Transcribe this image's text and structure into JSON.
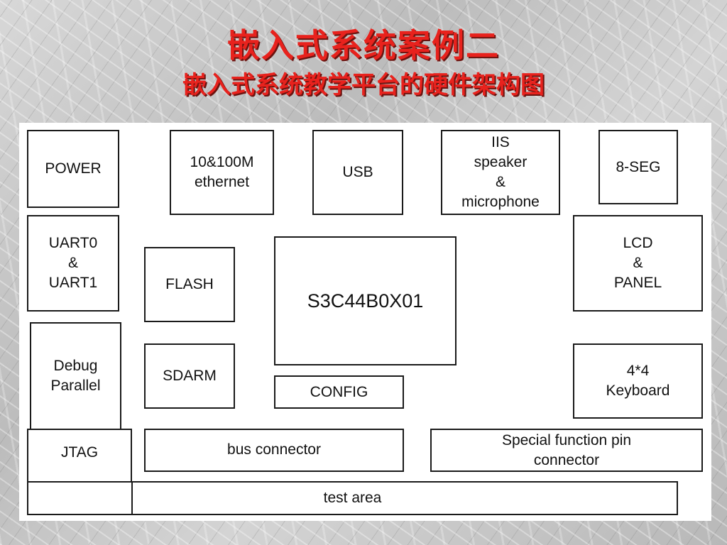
{
  "title": "嵌入式系统案例二",
  "subtitle": "嵌入式系统教学平台的硬件架构图",
  "blocks": {
    "power": [
      "POWER"
    ],
    "ethernet": [
      "10&100M",
      "ethernet"
    ],
    "usb": [
      "USB"
    ],
    "iis": [
      "IIS",
      "speaker",
      "&",
      "microphone"
    ],
    "seg": [
      "8-SEG"
    ],
    "uart": [
      "UART0",
      "&",
      "UART1"
    ],
    "flash": [
      "FLASH"
    ],
    "cpu": [
      "S3C44B0X01"
    ],
    "lcd": [
      "LCD",
      "&",
      "PANEL"
    ],
    "debug": [
      "Debug",
      "Parallel"
    ],
    "sdarm": [
      "SDARM"
    ],
    "config": [
      "CONFIG"
    ],
    "keyboard": [
      "4*4",
      "Keyboard"
    ],
    "jtag": [
      "JTAG"
    ],
    "bus": [
      "bus connector"
    ],
    "special": [
      "Special function pin",
      "connector"
    ],
    "test": [
      "test area"
    ]
  }
}
